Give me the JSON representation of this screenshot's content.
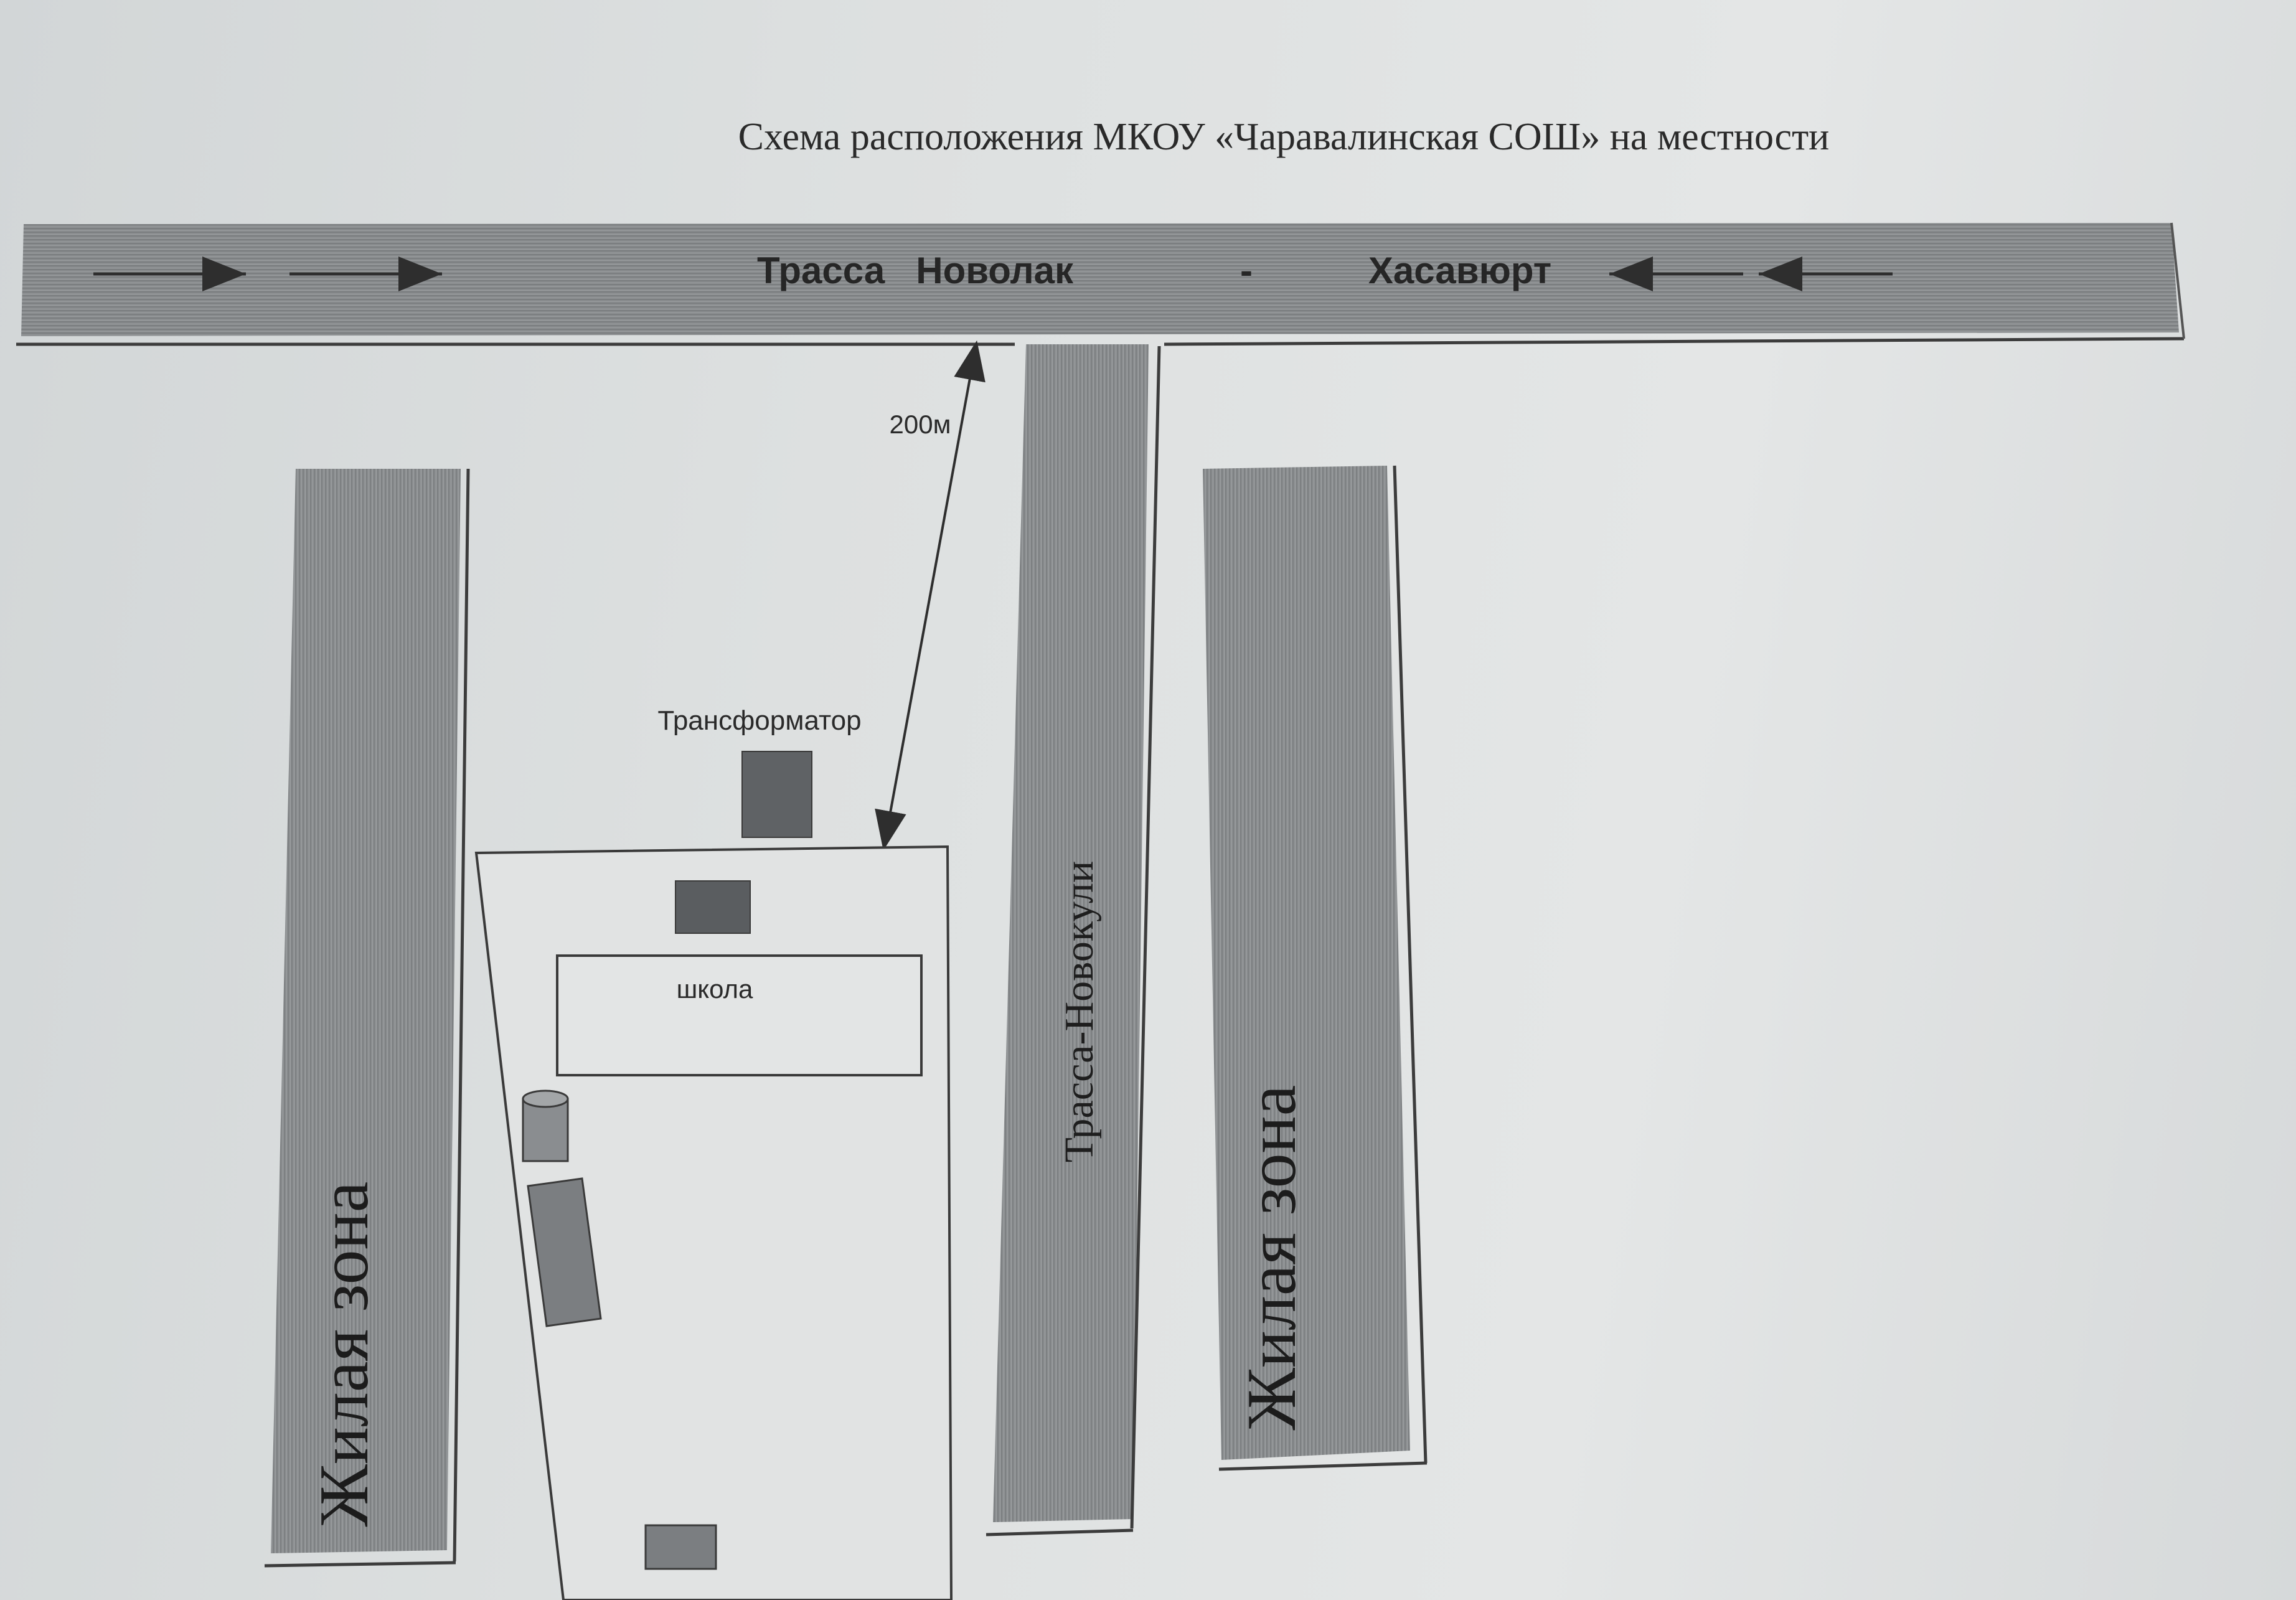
{
  "title": "Схема расположения МКОУ «Чаравалинская СОШ»  на местности",
  "main_road": {
    "label_left": "Трасса   Новолак",
    "separator": "-",
    "label_right": "Хасавюрт"
  },
  "side_road": {
    "label": "Трасса-Новокули"
  },
  "residential_left": {
    "label": "Жилая зона"
  },
  "residential_right": {
    "label": "Жилая зона"
  },
  "distance": {
    "label": "200м"
  },
  "transformer": {
    "label": "Трансформатор"
  },
  "school": {
    "label": "школа"
  },
  "colors": {
    "road": "#8c8f91",
    "block": "#6a6d70",
    "line": "#3a3a3a",
    "paper": "#dfe2e2"
  }
}
